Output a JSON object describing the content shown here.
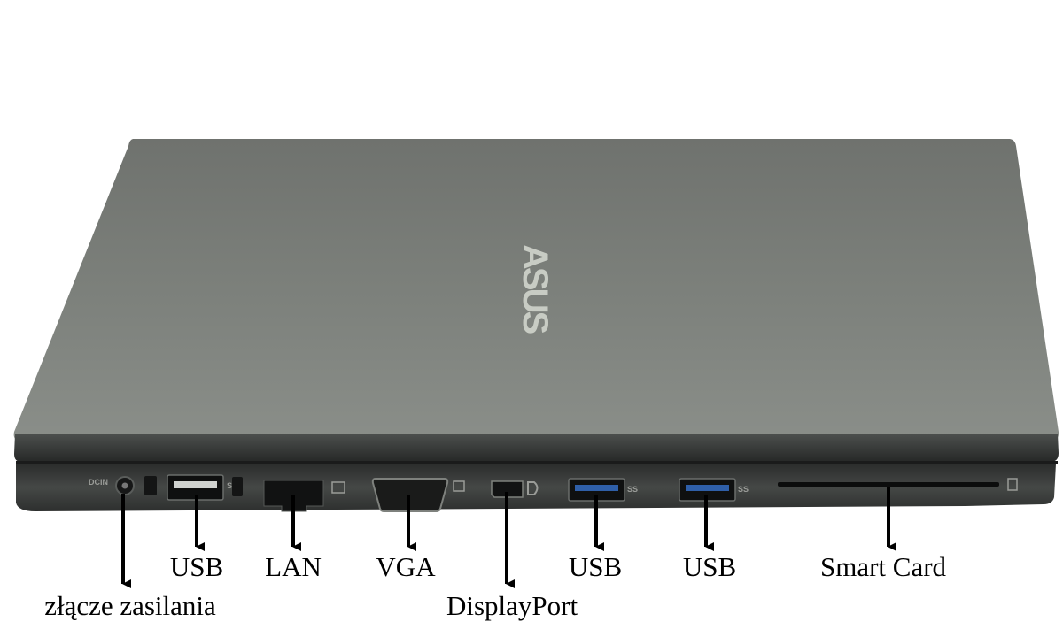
{
  "photo": {
    "subject": "laptop-left-side-ports",
    "vendor_logo": "ASUS",
    "colors": {
      "lid_top": "#7a7d78",
      "lid_bottom": "#858a84",
      "edge": "#2f3231",
      "body": "#3b3e3c",
      "port": "#141515",
      "arrow": "#000000",
      "background": "#ffffff"
    },
    "port_marks": {
      "dc_in": "DCIN",
      "usb3": "SS"
    }
  },
  "labels": {
    "power": "złącze zasilania",
    "usb_1": "USB",
    "lan": "LAN",
    "vga": "VGA",
    "displayport": "DisplayPort",
    "usb_2": "USB",
    "usb_3": "USB",
    "smart_card": "Smart Card"
  }
}
